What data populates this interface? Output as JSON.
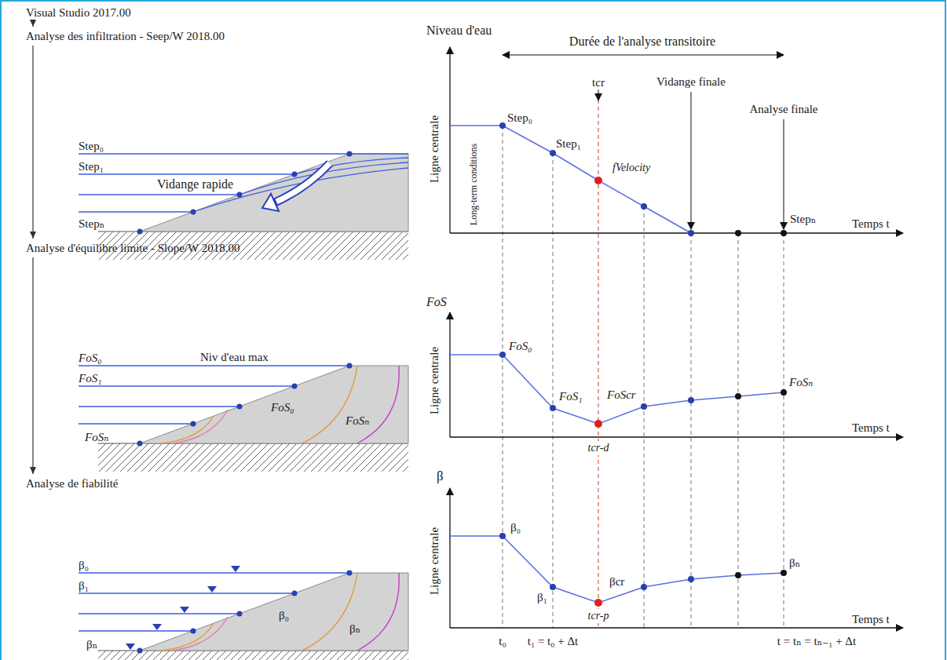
{
  "diagram": {
    "nodes": [
      {
        "text": [
          "Visual Studio 2017.00"
        ]
      },
      {
        "text": [
          "Analyse des infiltration - Seep/W 2018.00"
        ]
      },
      {
        "text": [
          "Analyse d'équilibre limite - Slope/W 2018.00"
        ]
      },
      {
        "text": [
          "Analyse de fiabilité"
        ]
      }
    ],
    "edges": [
      {
        "from": 0,
        "to": 1,
        "arrow": "to"
      },
      {
        "from": 1,
        "to": 2,
        "arrow": "to"
      },
      {
        "from": 2,
        "to": 3,
        "arrow": "to"
      }
    ],
    "labels": [
      "Vidange rapide",
      "Step₀",
      "Step₁",
      "Stepₙ",
      "Niveau d'eau",
      "Durée de l'analyse transitoire",
      "Ligne centrale",
      "Long-term conditions",
      "Step₀",
      "Step₁",
      "tcr",
      "Vidange finale",
      "Analyse finale",
      "fVelocity",
      "Stepₙ",
      "Temps t",
      "FoS",
      "Ligne centrale",
      "FoS₀",
      "FoS₁",
      "FoScr",
      "tcr-d",
      "FoSₙ",
      "Temps t",
      "β",
      "Ligne centrale",
      "β₀",
      "β₁",
      "βcr",
      "tcr-p",
      "βₙ",
      "Temps t",
      "t₀",
      "t₁ = t₀ + Δt",
      "t = tₙ = tₙ₋₁ + Δt",
      "FoS₀",
      "FoS₁",
      "FoSₙ",
      "Niv d'eau max",
      "FoS₀",
      "FoSₙ",
      "β₀",
      "β₁",
      "βₙ",
      "β₀",
      "βₙ"
    ]
  }
}
